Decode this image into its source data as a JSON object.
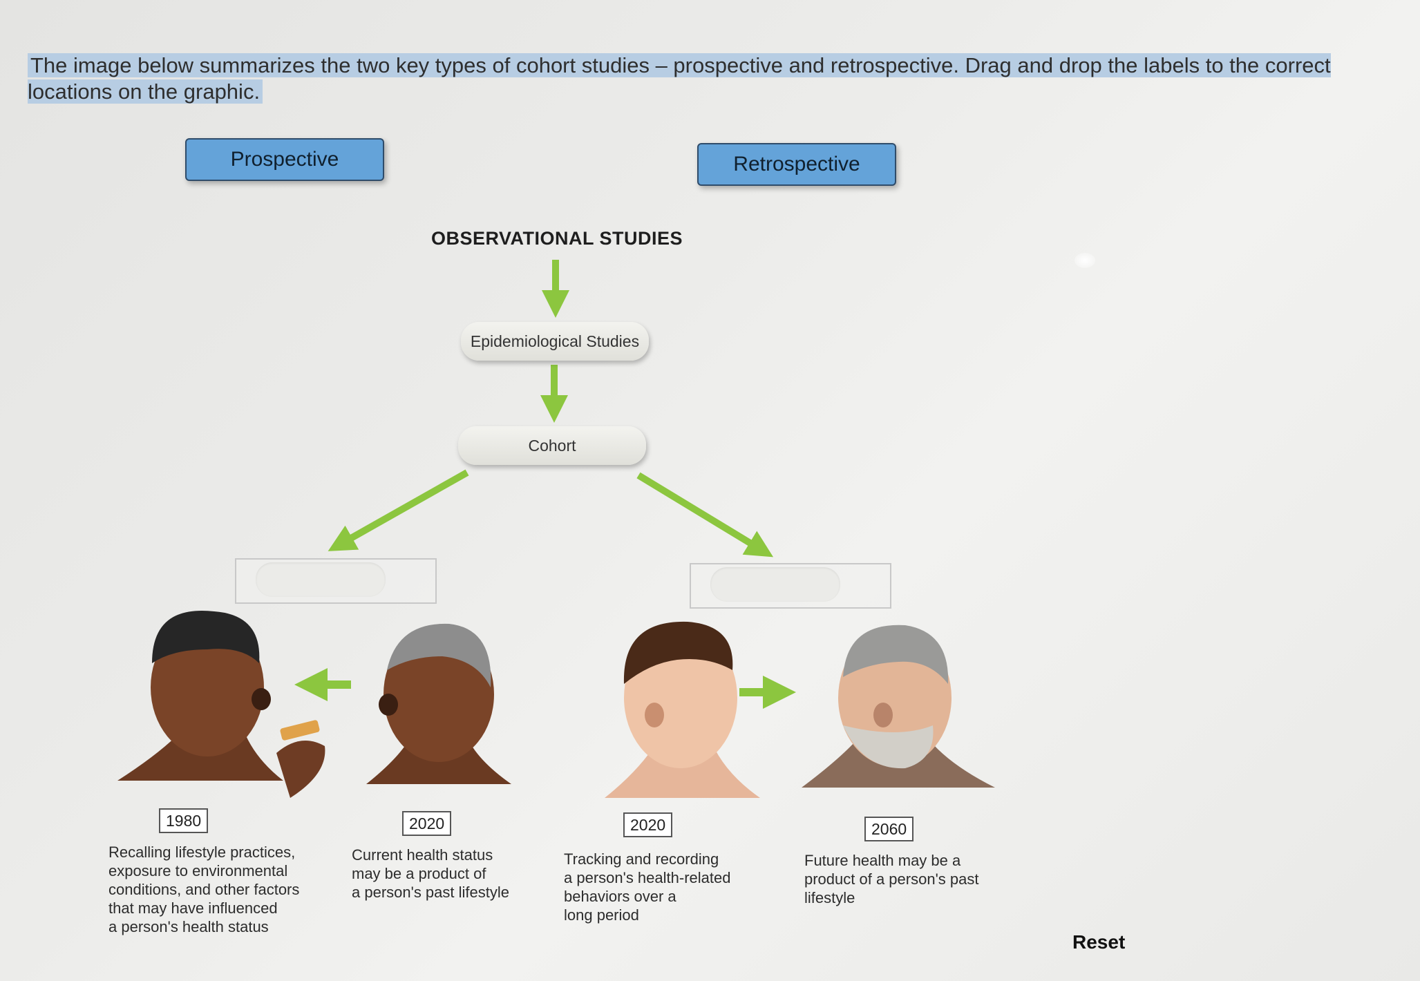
{
  "instructions": "The image below summarizes the two key types of cohort studies – prospective and retrospective. Drag and drop the labels to the correct locations on the graphic.",
  "labels": {
    "prospective": "Prospective",
    "retrospective": "Retrospective"
  },
  "diagram": {
    "heading": "OBSERVATIONAL STUDIES",
    "epidemiological": "Epidemiological Studies",
    "cohort": "Cohort",
    "panels": [
      {
        "year": "1980",
        "text": "Recalling lifestyle practices,\nexposure to environmental\nconditions, and other factors\nthat may have influenced\na person's health status"
      },
      {
        "year": "2020",
        "text": "Current health status\nmay be a product of\na person's past lifestyle"
      },
      {
        "year": "2020",
        "text": "Tracking and recording\na person's health-related\nbehaviors over a\nlong period"
      },
      {
        "year": "2060",
        "text": "Future health may be a\nproduct of a person's past\nlifestyle"
      }
    ]
  },
  "controls": {
    "reset": "Reset"
  },
  "colors": {
    "label_fill": "#64a3d9",
    "arrow_green": "#8cc63f",
    "highlight": "#b7cde3"
  }
}
